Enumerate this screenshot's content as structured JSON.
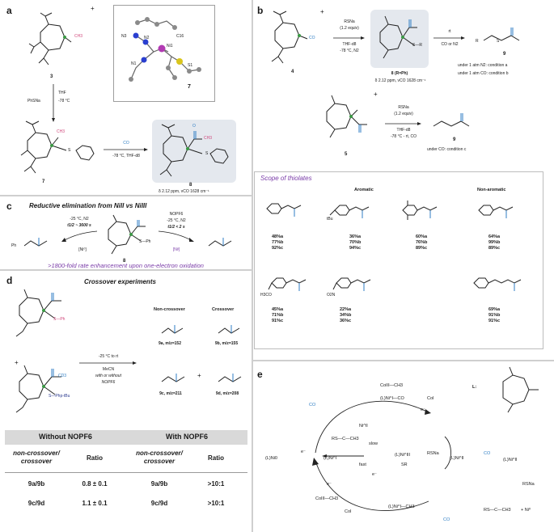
{
  "panel_a": {
    "label": "a",
    "cmpd3_num": "3",
    "cmpd3_charge": "+",
    "cmpd3_ch3": "CH3",
    "cond1_reagent": "PhSNa",
    "cond1_solvent": "THF",
    "cond1_temp": "-78 °C",
    "cmpd7_num": "7",
    "cmpd7_ch3": "CH3",
    "cmpd7_s": "S",
    "xray_label": "7",
    "xray_atoms": [
      "N3",
      "N2",
      "Ni1",
      "C16",
      "N1",
      "S1"
    ],
    "co_reagent": "CO",
    "co_cond": "-78 °C, THF-d8",
    "cmpd8_num": "8",
    "cmpd8_ch3": "CH3",
    "cmpd8_s": "S",
    "cmpd8_o": "O",
    "cmpd8_nmr": "δ 2.12 ppm, νCO 1628 cm⁻¹"
  },
  "panel_b": {
    "label": "b",
    "cmpd4_num": "4",
    "cmpd4_charge": "+",
    "cmpd4_co": "CO",
    "reagent": "RSNa",
    "equiv": "(1.2 equiv)",
    "solvent": "THF-d8",
    "cond": "-78 °C, N2",
    "cmpd8_label": "8 (R=Ph)",
    "cmpd8_nmr": "δ 2.12 ppm, νCO 1628 cm⁻¹",
    "cmpd8_sr": "S—R",
    "step2_top": "rt",
    "step2_bottom": "CO or N2",
    "product_num": "9",
    "product_r": "R",
    "product_s": "S",
    "cond_a": "under 1 atm N2: condition a",
    "cond_b": "under 1 atm CO: condition b",
    "cmpd5_num": "5",
    "cmpd5_charge": "+",
    "r2_reagent": "RSNa",
    "r2_equiv": "(1.2 equiv)",
    "r2_solvent": "THF-d8",
    "r2_cond": "-78 °C - rt, CO",
    "product2_num": "9",
    "cond_c": "under CO: condition c",
    "scope_title": "Scope of thiolates",
    "aromatic": "Aromatic",
    "nonaromatic": "Non-aromatic",
    "subs_labels": [
      "tBu",
      "H3CO",
      "O2N"
    ],
    "scope_rows": [
      [
        [
          "48%a",
          "77%b",
          "92%c"
        ],
        [
          "36%a",
          "70%b",
          "94%c"
        ],
        [
          "60%a",
          "76%b",
          "89%c"
        ],
        [
          "64%a",
          "99%b",
          "89%c"
        ]
      ],
      [
        [
          "45%a",
          "71%b",
          "91%c"
        ],
        [
          "22%a",
          "34%b",
          "36%c"
        ],
        [
          "69%a",
          "91%b",
          "91%c"
        ]
      ]
    ]
  },
  "panel_c": {
    "label": "c",
    "title": "Reductive elimination from NiII vs NiIII",
    "left_cond": "-25 °C, N2",
    "left_t": "t1/2 ~ 3600 s",
    "left_ni": "[Ni⁰]",
    "right_reagent": "NOPF6",
    "right_cond": "-25 °C, N2",
    "right_t": "t1/2 < 2 s",
    "right_ni": "[Niᴵ]",
    "cmpd_num": "8",
    "ph_s": "S—Ph",
    "product_ph": "Ph",
    "enhancement": ">1800-fold rate enhancement upon one-electron oxidation"
  },
  "panel_d": {
    "label": "d",
    "title": "Crossover experiments",
    "noncross_head": "Non-crossover",
    "cross_head": "Crossover",
    "top_s": "S—Ph",
    "bottom_s": "S—Php-tBu",
    "cd3": "CD3",
    "plus": "+",
    "cond1": "-25 °C to rt",
    "cond2": "MeCN",
    "cond3": "with or without",
    "cond4": "NOPF6",
    "p9a": "9a, m/z=152",
    "p9b": "9b, m/z=155",
    "p9c": "9c, m/z=211",
    "p9d": "9d, m/z=208",
    "table": {
      "h1": "Without NOPF6",
      "h2": "With NOPF6",
      "sub1": "non-crossover/ crossover",
      "ratio": "Ratio",
      "rows": [
        {
          "pair": "9a/9b",
          "without": "0.8 ± 0.1",
          "pair2": "9a/9b",
          "with": ">10:1"
        },
        {
          "pair": "9c/9d",
          "without": "1.1 ± 0.1",
          "pair2": "9c/9d",
          "with": ">10:1"
        }
      ]
    }
  },
  "panel_e": {
    "label": "e",
    "l_label": "L:",
    "ni0": "(L)Ni0",
    "ni1": "(L)Ni^I",
    "ni1co": "(L)Ni^I—CO",
    "ni2": "(L)Ni^II",
    "ni3": "(L)Ni^III",
    "ni1ch3": "(L)Ni^I—CH3",
    "co2ch3": "CoIII—CH3",
    "co2ch3b": "CoIII—CH3",
    "coi": "CoI",
    "coib": "CoI",
    "co": "CO",
    "co_b": "CO",
    "co_c": "CO",
    "e_minus": "e⁻",
    "ni2_text": "Ni^II",
    "rs_product": "RS—C—CH3",
    "slow": "slow",
    "fast": "fast",
    "rsna": "RSNa",
    "rsna2": "RSNa",
    "final_product": "RS—C—CH3",
    "final_ni": "+ Ni⁰",
    "sr": "SR"
  }
}
